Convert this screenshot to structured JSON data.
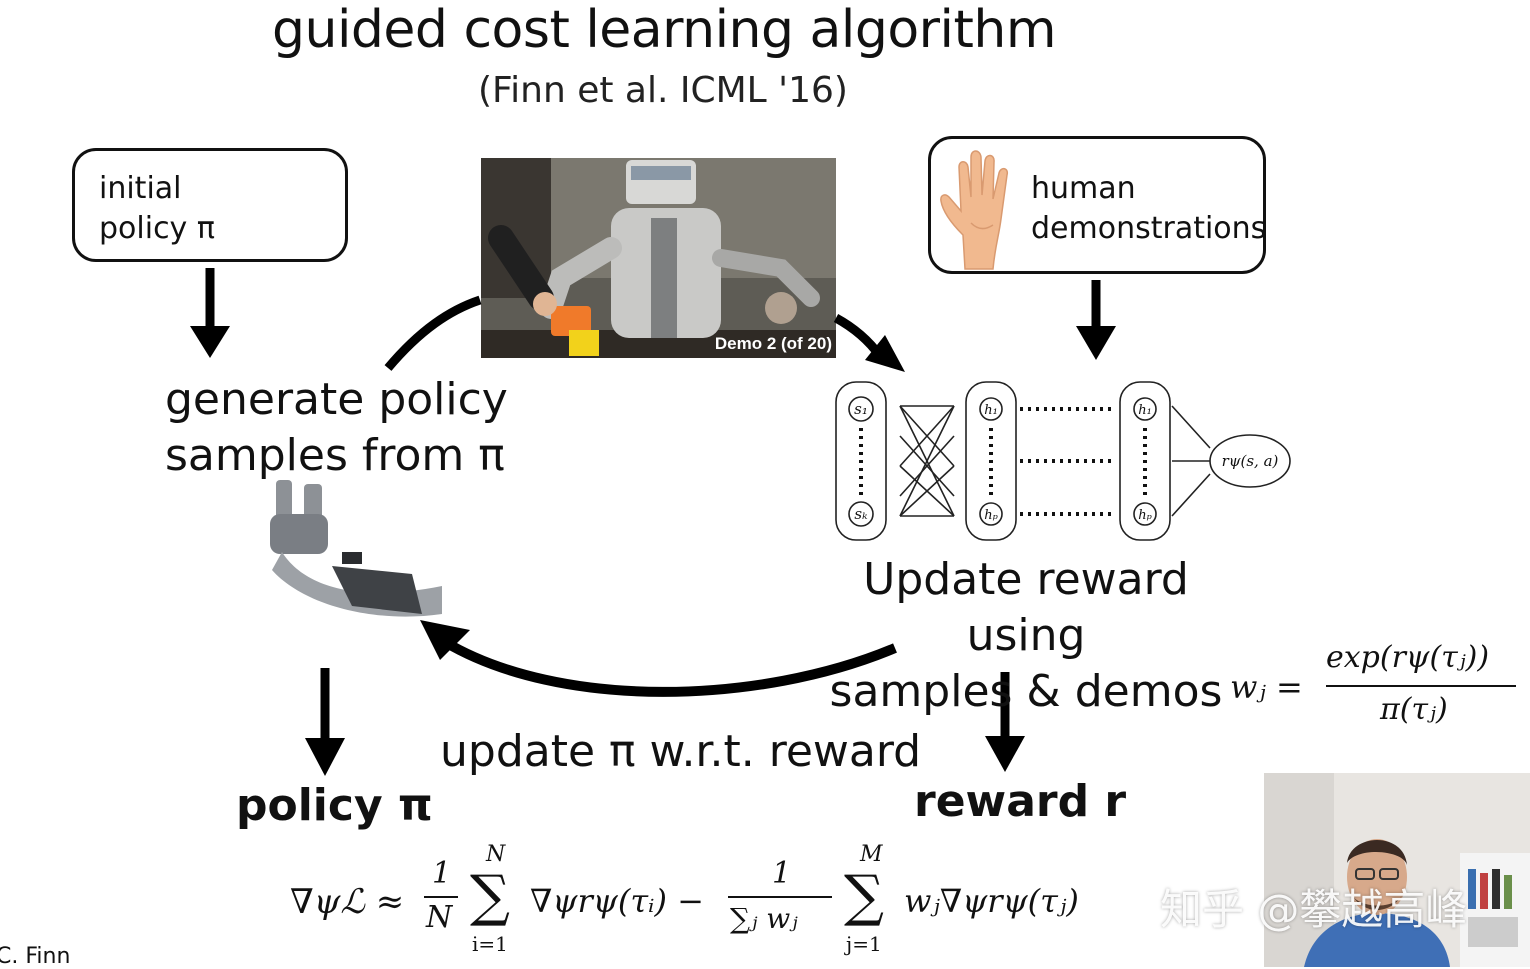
{
  "slide": {
    "title": "guided cost learning algorithm",
    "subtitle": "(Finn et al. ICML '16)",
    "initial_box": {
      "line1": "initial",
      "line2": "policy π"
    },
    "human_box": {
      "line1": "human",
      "line2": "demonstrations"
    },
    "generate_label": {
      "line1": "generate policy",
      "line2": "samples from π"
    },
    "update_reward_label": {
      "line1": "Update reward using",
      "line2": "samples & demos"
    },
    "update_policy_label": "update π w.r.t. reward",
    "policy_output": "policy π",
    "reward_output": "reward r",
    "video_caption": "Demo 2 (of 20)",
    "credit": "C. Finn",
    "watermark": "知乎 @攀越高峰"
  },
  "network": {
    "input_top": "s₁",
    "input_bottom": "sₖ",
    "hidden_top": "h₁",
    "hidden_bottom": "hₚ",
    "output": "rψ(s, a)"
  },
  "equations": {
    "weight": {
      "lhs": "wⱼ =",
      "numerator": "exp(rψ(τⱼ))",
      "denominator": "π(τⱼ)"
    },
    "gradient": {
      "lhs": "∇ψℒ ≈",
      "frac1_num": "1",
      "frac1_den": "N",
      "sum1_top": "N",
      "sum1_bottom": "i=1",
      "term1": "∇ψrψ(τᵢ) −",
      "frac2_num": "1",
      "frac2_den": "∑ⱼ wⱼ",
      "sum2_top": "M",
      "sum2_bottom": "j=1",
      "term2": "wⱼ∇ψrψ(τⱼ)"
    }
  },
  "colors": {
    "text": "#111111",
    "skin": "#f1b98f",
    "orange": "#f07a2a",
    "yellow": "#f2d21b"
  }
}
